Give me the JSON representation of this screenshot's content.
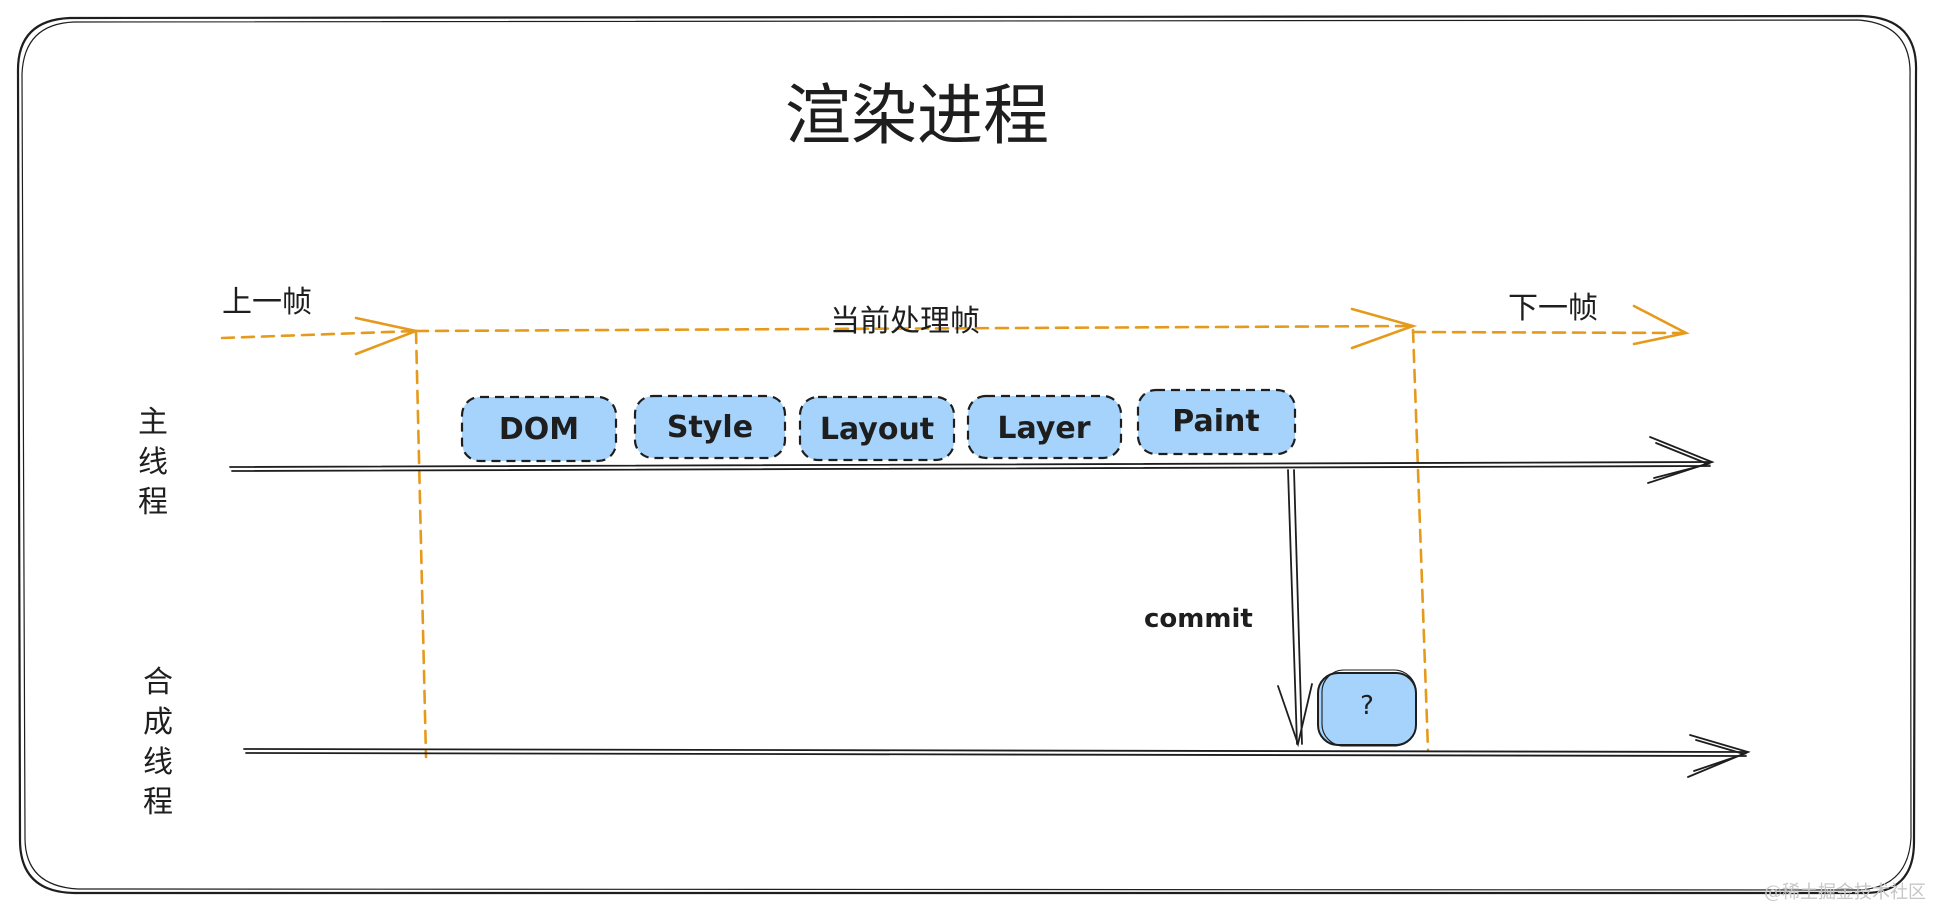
{
  "title": "渲染进程",
  "frames": {
    "prev": "上一帧",
    "current": "当前处理帧",
    "next": "下一帧"
  },
  "threads": {
    "main": [
      "主",
      "线",
      "程"
    ],
    "compositor": [
      "合",
      "成",
      "线",
      "程"
    ]
  },
  "pipeline_steps": [
    "DOM",
    "Style",
    "Layout",
    "Layer",
    "Paint"
  ],
  "commit_label": "commit",
  "compositor_task": "?",
  "watermark": "@稀土掘金技术社区",
  "colors": {
    "frame_line": "#e69a1c",
    "step_fill": "#a5d3fb",
    "stroke": "#1e1e1e"
  }
}
